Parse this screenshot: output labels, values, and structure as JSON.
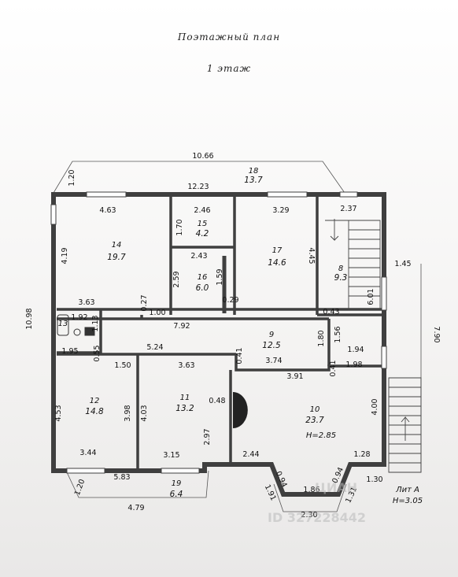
{
  "header": {
    "title": "Поэтажный план",
    "subtitle": "1 этаж"
  },
  "rooms": [
    {
      "number": "14",
      "area": "19.7"
    },
    {
      "number": "15",
      "area": "4.2"
    },
    {
      "number": "16",
      "area": "6.0"
    },
    {
      "number": "17",
      "area": "14.6"
    },
    {
      "number": "8",
      "area": "9.3"
    },
    {
      "number": "9",
      "area": "12.5"
    },
    {
      "number": "13",
      "area": ""
    },
    {
      "number": "12",
      "area": "14.8"
    },
    {
      "number": "11",
      "area": "13.2"
    },
    {
      "number": "10",
      "area": "23.7"
    },
    {
      "number": "18",
      "area": "13.7"
    },
    {
      "number": "19",
      "area": "6.4"
    }
  ],
  "dims": [
    "10.66",
    "1.20",
    "12.23",
    "4.63",
    "2.46",
    "3.29",
    "2.37",
    "1.70",
    "4.19",
    "2.43",
    "2.59",
    "1.59",
    "0.29",
    "4.45",
    "6.01",
    "1.45",
    "10.98",
    "3.63",
    "1.92",
    "1.13",
    "0.27",
    "1.00",
    "7.92",
    "0.43",
    "1.56",
    "1.80",
    "1.95",
    "0.55",
    "5.24",
    "1.50",
    "3.63",
    "0.41",
    "3.74",
    "1.94",
    "0.41",
    "1.98",
    "3.91",
    "7.90",
    "4.53",
    "3.98",
    "4.03",
    "0.48",
    "2.97",
    "4.00",
    "3.44",
    "3.15",
    "2.44",
    "1.28",
    "5.83",
    "0.94",
    "0.94",
    "1.30",
    "1.20",
    "1.91",
    "1.86",
    "1.31",
    "4.79",
    "2.30"
  ],
  "height_label": "H=2.85",
  "lit": {
    "name": "Лит А",
    "height": "H=3.05"
  },
  "watermark": {
    "brand": "ЦИАН",
    "id": "ID 327228442"
  },
  "colors": {
    "wall": "#3f3f3f",
    "paper": "#ffffff",
    "frame": "#8d8a87"
  }
}
